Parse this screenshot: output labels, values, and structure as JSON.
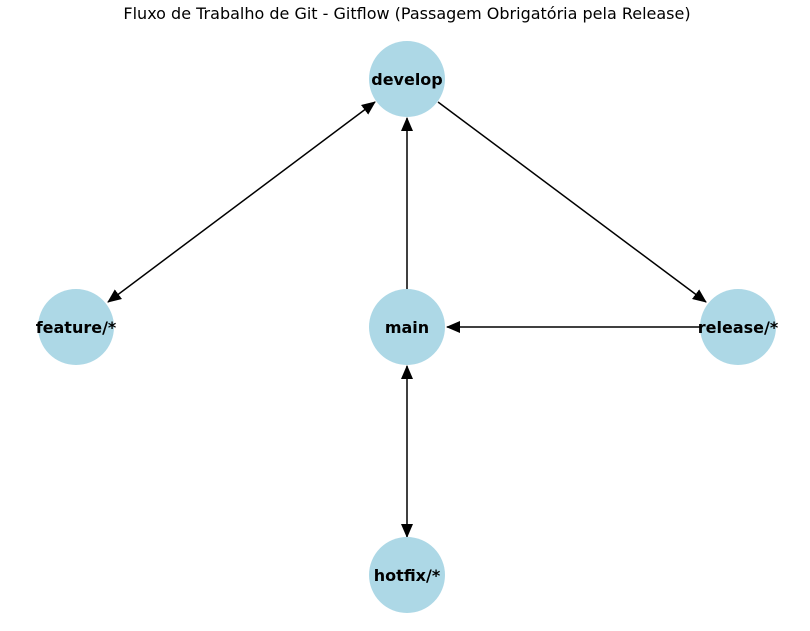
{
  "title": "Fluxo de Trabalho de Git - Gitflow (Passagem Obrigatória pela Release)",
  "colors": {
    "node_fill": "#add8e6",
    "edge": "#000000",
    "background": "#ffffff"
  },
  "nodes": {
    "develop": "develop",
    "feature": "feature/*",
    "main": "main",
    "release": "release/*",
    "hotfix": "hotfix/*"
  },
  "edges": [
    {
      "from": "develop",
      "to": "feature/*",
      "direction": "both"
    },
    {
      "from": "develop",
      "to": "release/*",
      "direction": "forward"
    },
    {
      "from": "release/*",
      "to": "main",
      "direction": "forward"
    },
    {
      "from": "main",
      "to": "develop",
      "direction": "forward"
    },
    {
      "from": "main",
      "to": "hotfix/*",
      "direction": "both"
    }
  ]
}
